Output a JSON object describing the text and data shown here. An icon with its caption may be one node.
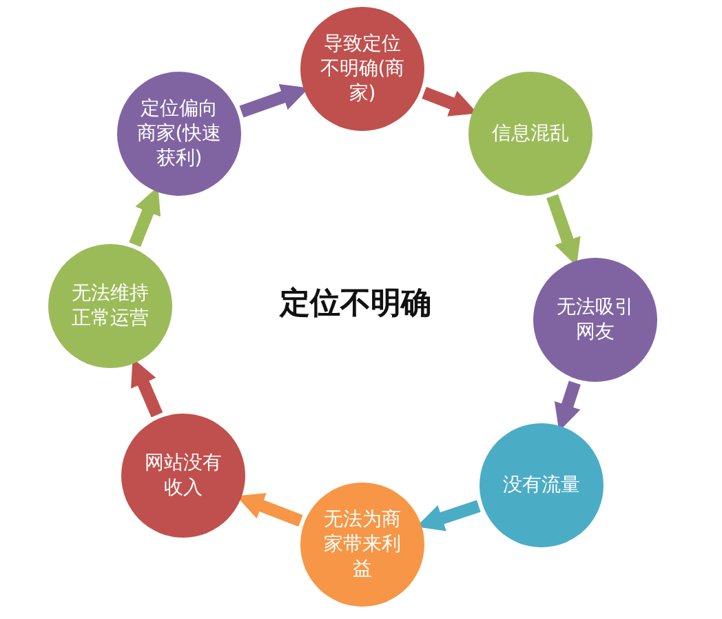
{
  "diagram": {
    "title": "定位不明确",
    "nodes": [
      {
        "text": [
          "导致定位不明确(商家)"
        ]
      },
      {
        "text": [
          "信息混乱"
        ]
      },
      {
        "text": [
          "无法吸引网友"
        ]
      },
      {
        "text": [
          "没有流量"
        ]
      },
      {
        "text": [
          "无法为商家带来利益"
        ]
      },
      {
        "text": [
          "网站没有收入"
        ]
      },
      {
        "text": [
          "无法维持正常运营"
        ]
      },
      {
        "text": [
          "定位偏向商家(快速获利)"
        ]
      }
    ],
    "edges": [
      {
        "from": 0,
        "to": 1,
        "arrow": "to",
        "color": "#c0504d"
      },
      {
        "from": 1,
        "to": 2,
        "arrow": "to",
        "color": "#9bbb59"
      },
      {
        "from": 2,
        "to": 3,
        "arrow": "to",
        "color": "#8064a2"
      },
      {
        "from": 3,
        "to": 4,
        "arrow": "to",
        "color": "#4bacc6"
      },
      {
        "from": 4,
        "to": 5,
        "arrow": "to",
        "color": "#f79646"
      },
      {
        "from": 5,
        "to": 6,
        "arrow": "to",
        "color": "#c0504d"
      },
      {
        "from": 6,
        "to": 7,
        "arrow": "to",
        "color": "#9bbb59"
      },
      {
        "from": 7,
        "to": 0,
        "arrow": "to",
        "color": "#8064a2"
      }
    ]
  }
}
